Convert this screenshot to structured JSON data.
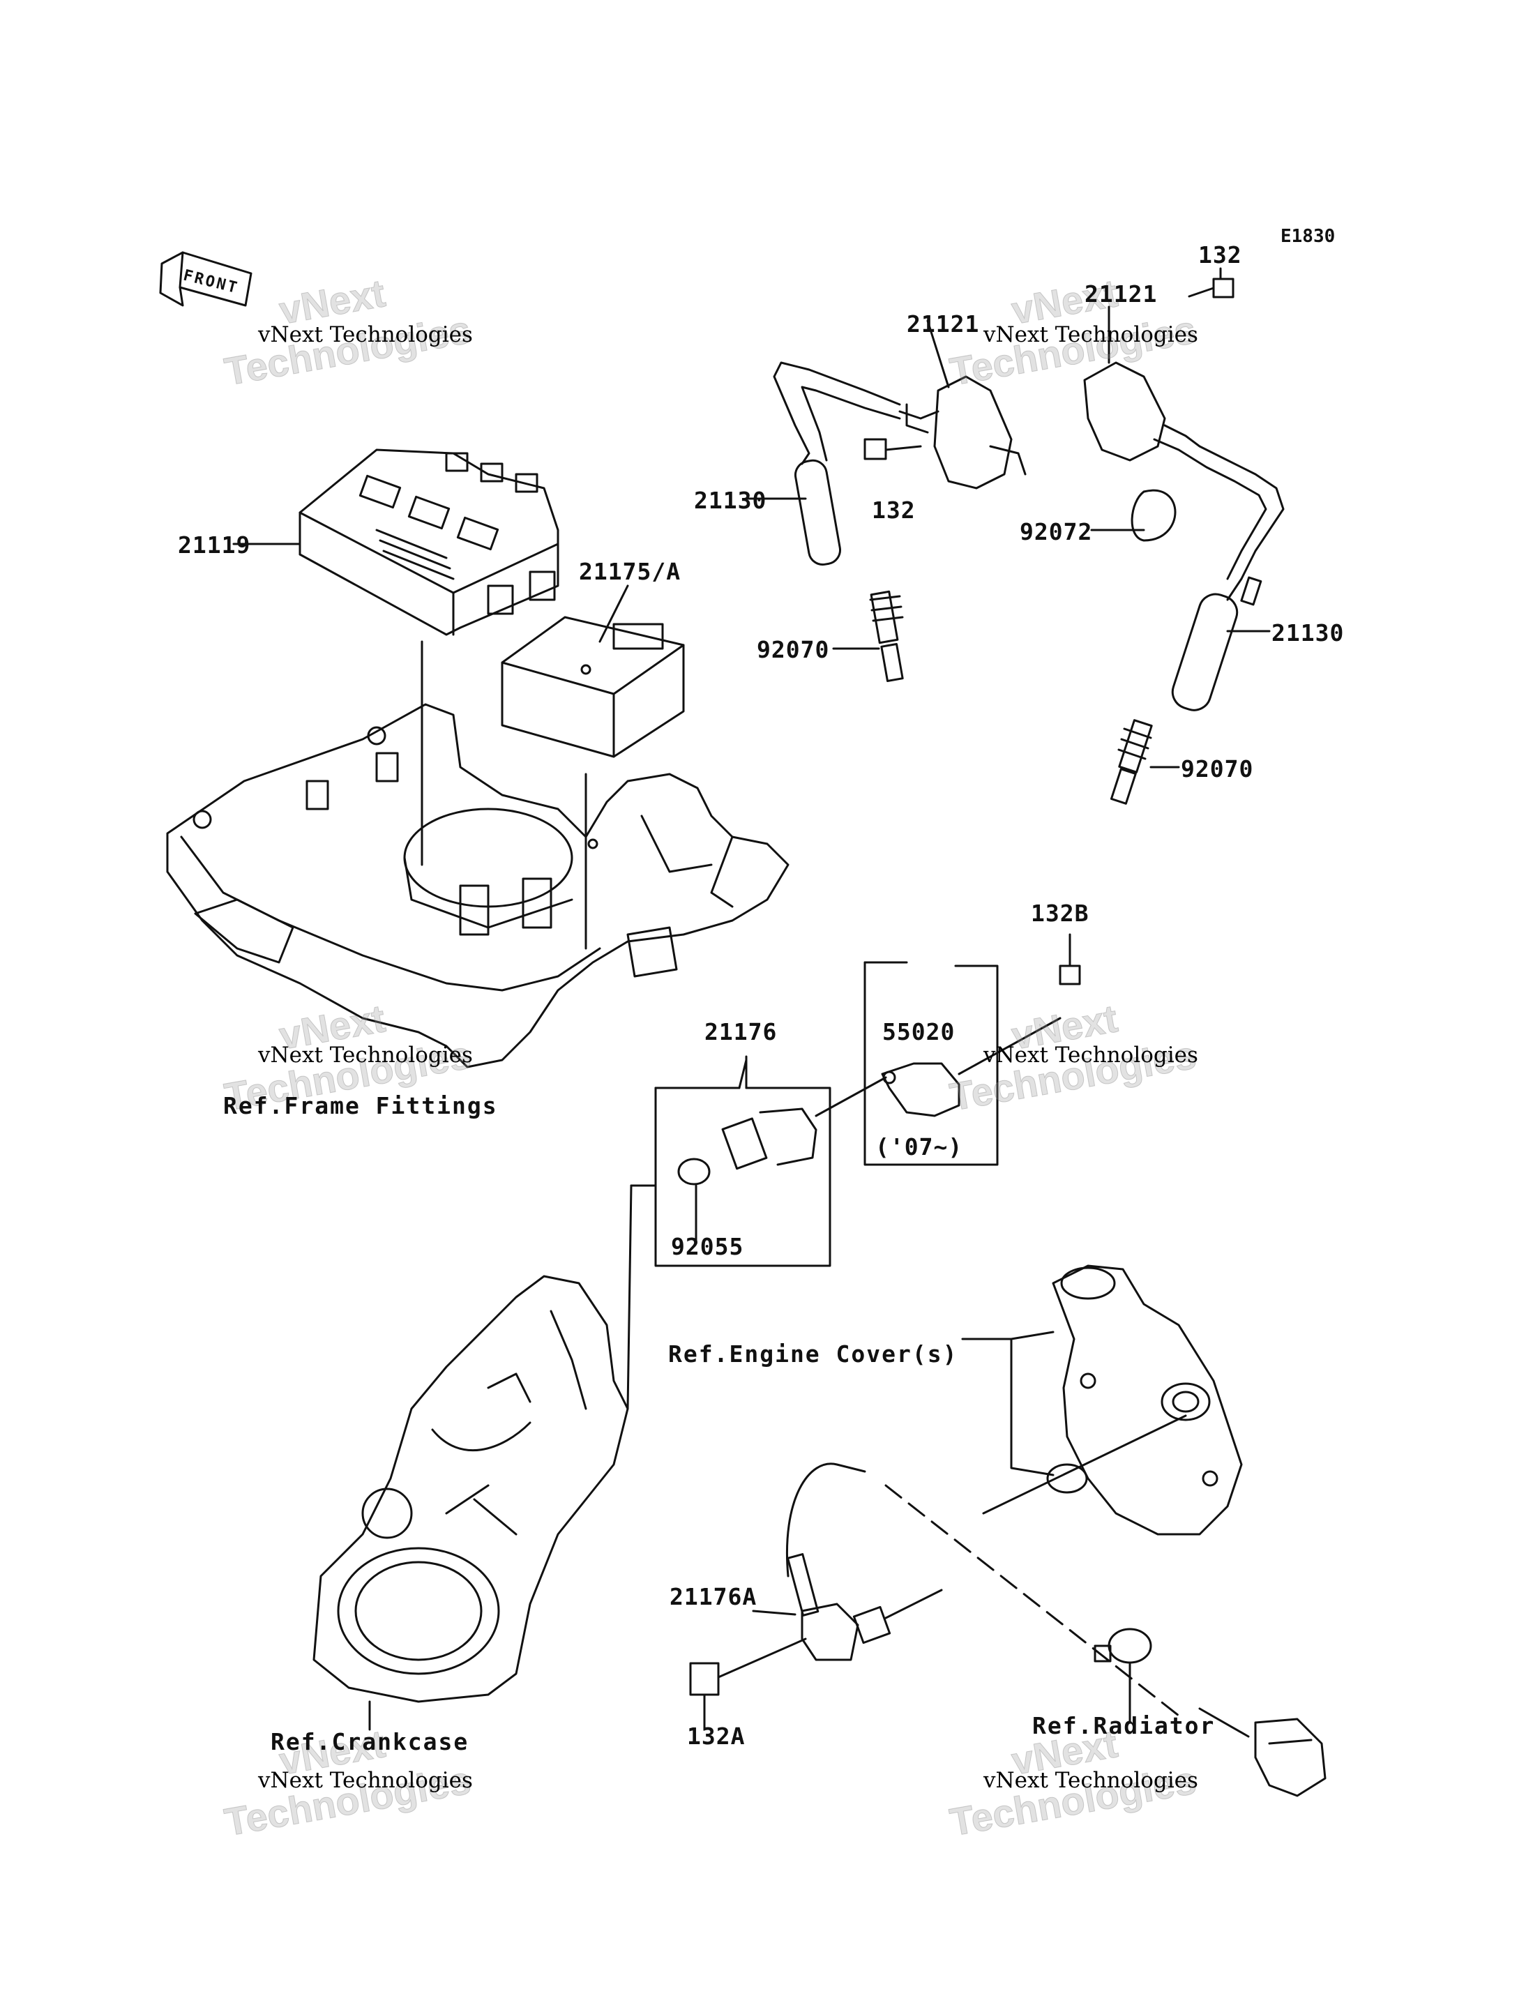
{
  "diagram_code": "E1830",
  "front_label": "FRONT",
  "watermark": {
    "line1": "vNext Technologies",
    "big1": "vNext",
    "big2": "Technologies"
  },
  "part_labels": {
    "p21119": "21119",
    "p21175A": "21175/A",
    "p21121_left": "21121",
    "p21121_right": "21121",
    "p132_top": "132",
    "p132_mid": "132",
    "p21130_left": "21130",
    "p21130_right": "21130",
    "p92072": "92072",
    "p92070_left": "92070",
    "p92070_right": "92070",
    "p132B": "132B",
    "p55020": "55020",
    "p07": "('07~)",
    "p21176": "21176",
    "p92055": "92055",
    "p21176A": "21176A",
    "p132A": "132A"
  },
  "ref_labels": {
    "frame": "Ref.Frame Fittings",
    "engine_cover": "Ref.Engine Cover(s)",
    "crankcase": "Ref.Crankcase",
    "radiator": "Ref.Radiator"
  }
}
